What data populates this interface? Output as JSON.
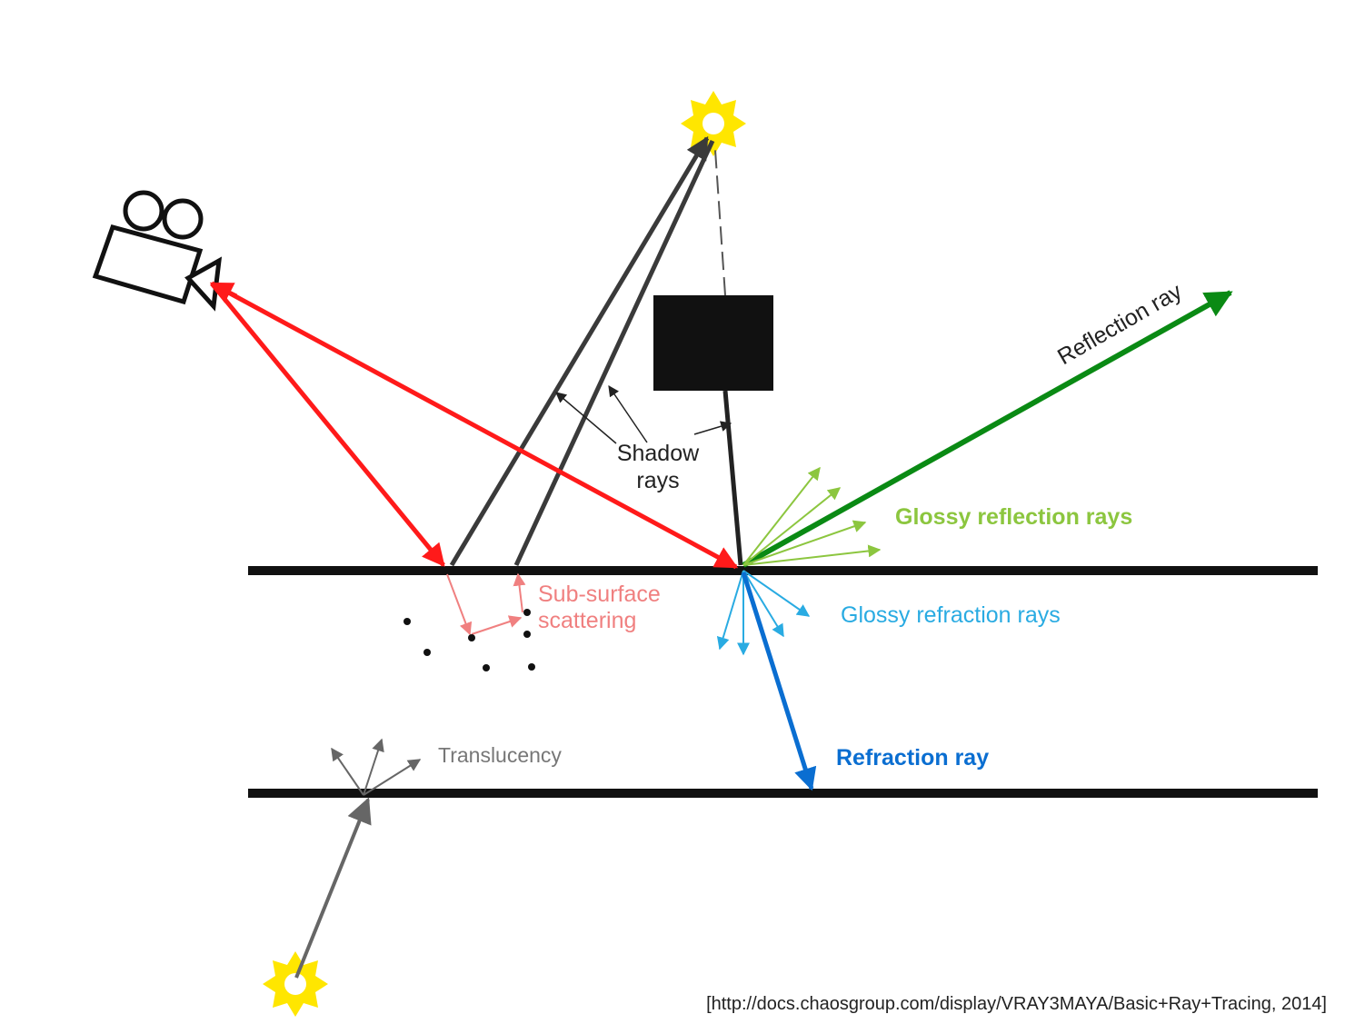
{
  "labels": {
    "shadow_line1": "Shadow",
    "shadow_line2": "rays",
    "reflection": "Reflection ray",
    "glossy_reflection": "Glossy reflection rays",
    "glossy_refraction": "Glossy refraction rays",
    "refraction": "Refraction ray",
    "subsurface_line1": "Sub-surface",
    "subsurface_line2": "scattering",
    "translucency": "Translucency"
  },
  "citation": "[http://docs.chaosgroup.com/display/VRAY3MAYA/Basic+Ray+Tracing, 2014]",
  "colors": {
    "camera_ray": "#ff1a1a",
    "shadow_ray": "#3a3a3a",
    "reflection": "#0a8a14",
    "glossy_reflection": "#8cc63f",
    "glossy_refraction": "#29abe2",
    "refraction": "#0a6ed1",
    "subsurface": "#f08080",
    "translucency": "#666666",
    "light": "#ffe600",
    "surface": "#111111"
  },
  "icons": {
    "camera": "movie-camera-icon",
    "light_top": "star-light-icon",
    "light_bottom": "star-light-icon",
    "occluder": "black-square"
  }
}
